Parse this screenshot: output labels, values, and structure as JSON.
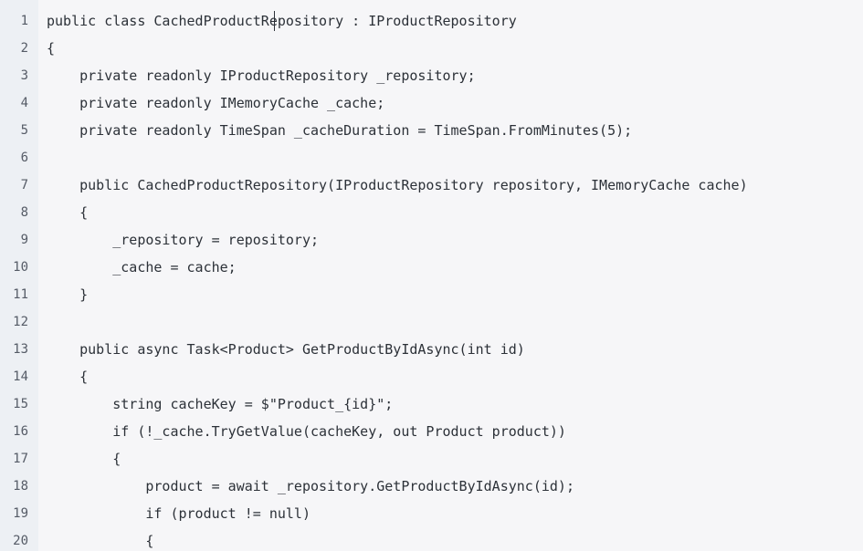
{
  "editor": {
    "lines": [
      {
        "number": "1",
        "code": "public class CachedProductRepository : IProductRepository"
      },
      {
        "number": "2",
        "code": "{"
      },
      {
        "number": "3",
        "code": "    private readonly IProductRepository _repository;"
      },
      {
        "number": "4",
        "code": "    private readonly IMemoryCache _cache;"
      },
      {
        "number": "5",
        "code": "    private readonly TimeSpan _cacheDuration = TimeSpan.FromMinutes(5);"
      },
      {
        "number": "6",
        "code": ""
      },
      {
        "number": "7",
        "code": "    public CachedProductRepository(IProductRepository repository, IMemoryCache cache)"
      },
      {
        "number": "8",
        "code": "    {"
      },
      {
        "number": "9",
        "code": "        _repository = repository;"
      },
      {
        "number": "10",
        "code": "        _cache = cache;"
      },
      {
        "number": "11",
        "code": "    }"
      },
      {
        "number": "12",
        "code": ""
      },
      {
        "number": "13",
        "code": "    public async Task<Product> GetProductByIdAsync(int id)"
      },
      {
        "number": "14",
        "code": "    {"
      },
      {
        "number": "15",
        "code": "        string cacheKey = $\"Product_{id}\";"
      },
      {
        "number": "16",
        "code": "        if (!_cache.TryGetValue(cacheKey, out Product product))"
      },
      {
        "number": "17",
        "code": "        {"
      },
      {
        "number": "18",
        "code": "            product = await _repository.GetProductByIdAsync(id);"
      },
      {
        "number": "19",
        "code": "            if (product != null)"
      },
      {
        "number": "20",
        "code": "            {"
      }
    ]
  }
}
